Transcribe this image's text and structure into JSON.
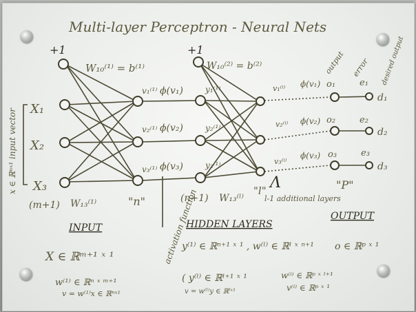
{
  "title": "Multi-layer Perceptron - Neural Nets",
  "input_vector_label": "x ∈ ℝⁿˣ¹ input vector",
  "bias_left": "+1",
  "bias_mid": "+1",
  "x_labels": [
    "X₁",
    "X₂",
    "X₃"
  ],
  "w_first": "W₁₀⁽¹⁾ = b⁽¹⁾",
  "w_second": "W₁₀⁽²⁾ = b⁽²⁾",
  "v_labels": [
    "v₁⁽¹⁾",
    "v₂⁽¹⁾",
    "v₃⁽¹⁾"
  ],
  "phi_labels": [
    "ϕ(v₁)",
    "ϕ(v₂)",
    "ϕ(v₃)"
  ],
  "y_labels": [
    "y₁⁽¹⁾",
    "y₂⁽¹⁾",
    "y₃⁽¹⁾"
  ],
  "right_v_labels": [
    "v₁⁽ⁱ⁾",
    "v₂⁽ⁱ⁾",
    "v₃⁽ⁱ⁾"
  ],
  "right_phi_labels": [
    "ϕ(v₁)",
    "ϕ(v₂)",
    "ϕ(v₃)"
  ],
  "o_labels": [
    "o₁",
    "o₂",
    "o₃"
  ],
  "e_labels": [
    "e₁",
    "e₂",
    "e₃"
  ],
  "d_labels": [
    "d₁",
    "d₂",
    "d₃"
  ],
  "output_note": "output",
  "error_note": "error",
  "desired_note": "desired output",
  "m_plus_1": "(m+1)",
  "w13_first": "W₁₃⁽¹⁾",
  "n_label": "\"n\"",
  "n_plus_1": "(n+1)",
  "w13_second": "W₁₃⁽ˡ⁾",
  "l_label": "\"l\"",
  "lambda_sym": "Λ",
  "additional_layers": "l-1 additional layers",
  "p_label": "\"P\"",
  "activation_note": "activation function",
  "heading_input": "INPUT",
  "heading_hidden": "HIDDEN LAYERS",
  "heading_output": "OUTPUT",
  "eq_input_1": "X ∈ ℝᵐ⁺¹ ˣ ¹",
  "eq_input_2": "w⁽¹⁾ ∈ ℝⁿ ˣ ᵐ⁺¹",
  "eq_input_3": "v = w⁽¹⁾x ∈ ℝⁿˣ¹",
  "eq_hidden_1": "y⁽¹⁾ ∈ ℝⁿ⁺¹ ˣ ¹ ,  w⁽ˡ⁾ ∈ ℝˡ ˣ ⁿ⁺¹",
  "eq_hidden_2": "( y⁽ˡ⁾ ∈ ℝˡ⁺¹ ˣ ¹",
  "eq_hidden_3": "v = w⁽ˡ⁾y ∈ ℝˡˣ¹",
  "eq_output_1": "o ∈ ℝᵖ ˣ ¹",
  "eq_output_2": "w⁽ⁱ⁾ ∈ ℝᵖ ˣ ˡ⁺¹",
  "eq_output_3": "v⁽ⁱ⁾ ∈ ℝᵖ ˣ ¹"
}
